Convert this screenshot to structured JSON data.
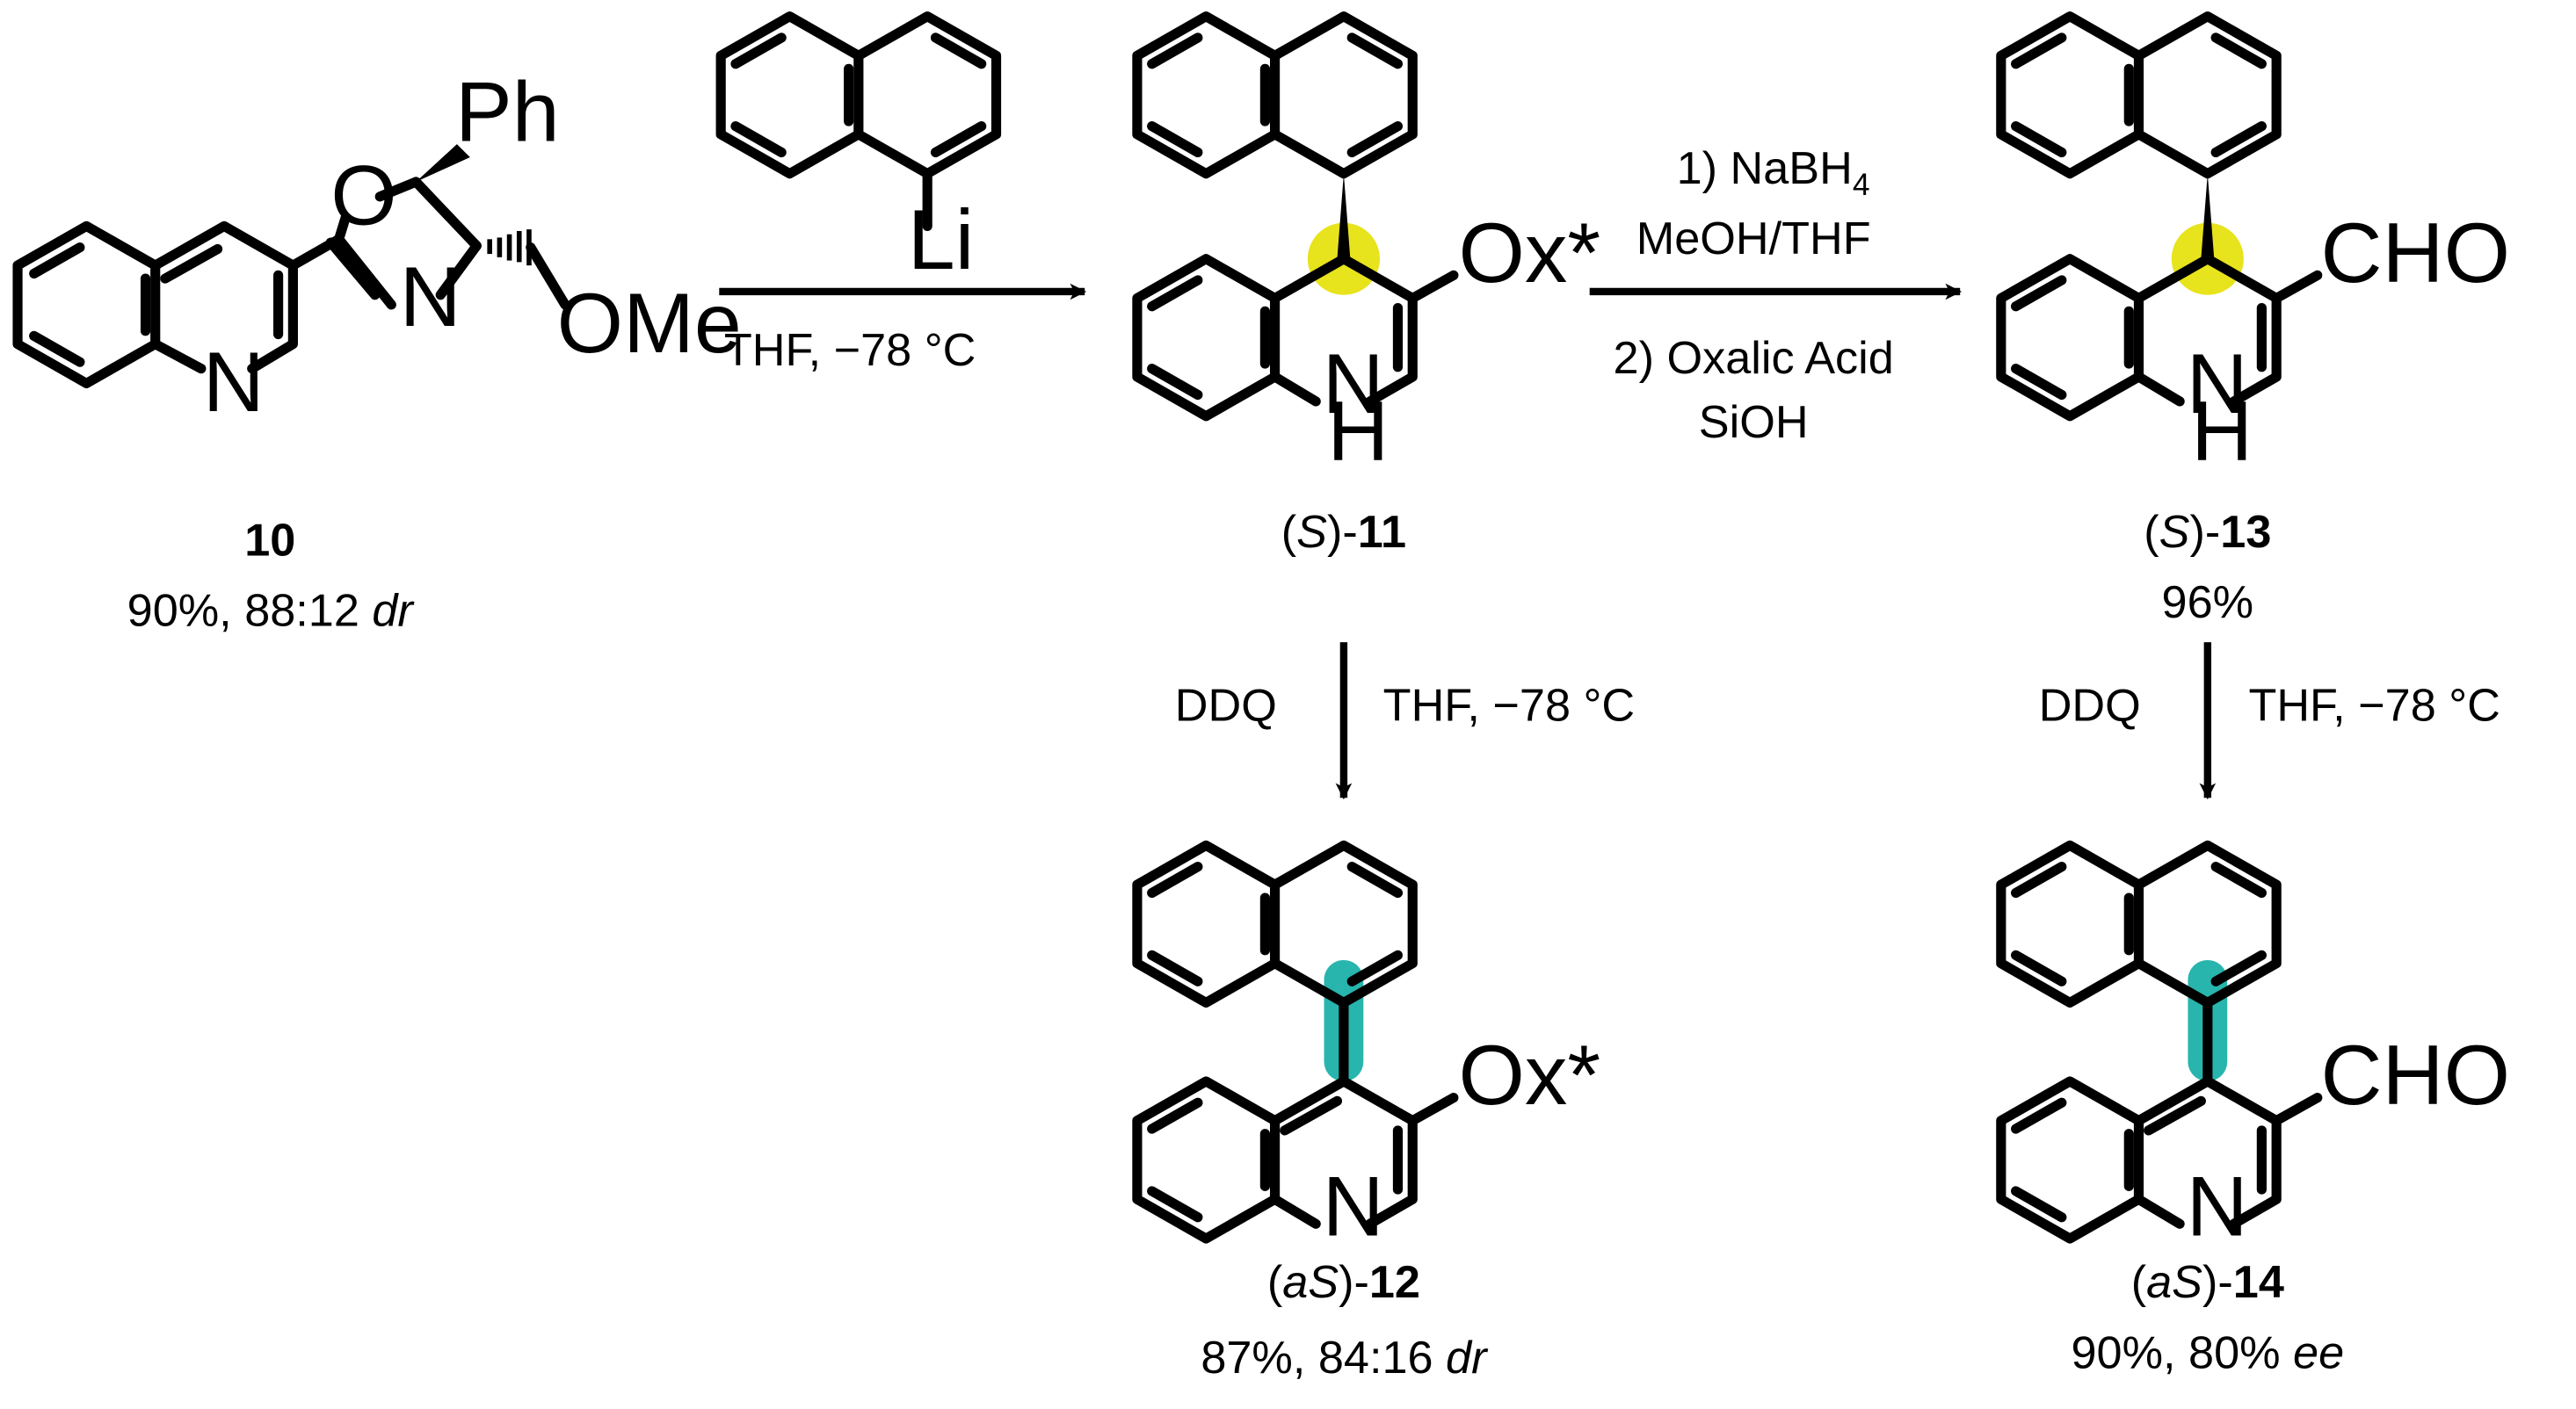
{
  "colors": {
    "ink": "#000000",
    "stereocenter_highlight": "#e7e31c",
    "axis_highlight": "#27b5ad",
    "background": "#ffffff"
  },
  "atoms": {
    "N": "N",
    "O": "O",
    "Ph": "Ph",
    "OMe": "OMe",
    "Li": "Li",
    "H": "H",
    "Ox": "Ox*",
    "CHO": "CHO"
  },
  "compounds": {
    "c10": {
      "label": "10",
      "yield": "90%, 88:12 ",
      "yield_italic": "dr"
    },
    "c11": {
      "prefix_open": "(",
      "prefix_italic": "S",
      "prefix_close": ")-",
      "label": "11"
    },
    "c12": {
      "prefix_open": "(",
      "prefix_italic": "aS",
      "prefix_close": ")-",
      "label": "12",
      "yield": "87%, 84:16 ",
      "yield_italic": "dr"
    },
    "c13": {
      "prefix_open": "(",
      "prefix_italic": "S",
      "prefix_close": ")-",
      "label": "13",
      "yield": "96%"
    },
    "c14": {
      "prefix_open": "(",
      "prefix_italic": "aS",
      "prefix_close": ")-",
      "label": "14",
      "yield": "90%, 80% ",
      "yield_italic": "ee"
    }
  },
  "arrows": {
    "a1": {
      "below": "THF, −78 °C"
    },
    "a2": {
      "above_line1_main": "1) NaBH",
      "above_line1_sub": "4",
      "above_line2": "MeOH/THF",
      "below_line1": "2) Oxalic Acid",
      "below_line2": "SiOH"
    },
    "a3": {
      "left": "DDQ",
      "right": "THF, −78 °C"
    },
    "a4": {
      "left": "DDQ",
      "right": "THF, −78 °C"
    }
  }
}
